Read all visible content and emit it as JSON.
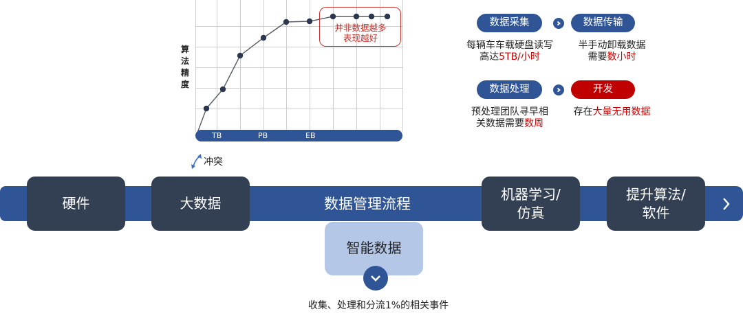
{
  "colors": {
    "primary_blue": "#2f5597",
    "dark_slate": "#333f53",
    "light_blue": "#b4c7e7",
    "accent_red": "#c00000",
    "highlight_red": "#d00000",
    "grid": "#cfcfcf",
    "line": "#555b66",
    "marker": "#2b3850"
  },
  "chart": {
    "y_label": "算法精度",
    "x_ticks": [
      "TB",
      "PB",
      "EB"
    ],
    "callout_line1": "并非数据越多",
    "callout_line2": "表现越好"
  },
  "chart_data": {
    "type": "line",
    "title": "",
    "xlabel": "",
    "ylabel": "算法精度",
    "x_tick_labels": [
      "TB",
      "PB",
      "EB"
    ],
    "grid": true,
    "series": [
      {
        "name": "算法精度",
        "x": [
          0,
          0.5,
          1.2,
          2,
          3,
          4,
          5,
          6,
          7,
          7.7,
          8.4
        ],
        "values": [
          0,
          1.05,
          2.0,
          3.6,
          4.5,
          5.25,
          5.3,
          5.5,
          5.5,
          5.5,
          5.5
        ]
      }
    ],
    "annotations": [
      "并非数据越多 表现越好"
    ],
    "ylim": [
      0,
      6
    ],
    "xlim": [
      0,
      9
    ]
  },
  "conflict": {
    "label": "冲突",
    "icon": "double-arrow-icon"
  },
  "pipeline": {
    "step1": {
      "label": "数据采集",
      "desc_line1": "每辆车车载硬盘读写",
      "desc_line2_pre": "高达",
      "desc_line2_hl": "5TB/小时"
    },
    "step2": {
      "label": "数据传输",
      "desc_line1": "半手动卸载数据",
      "desc_line2_pre": "需要",
      "desc_line2_hl": "数小时"
    },
    "step3": {
      "label": "数据处理",
      "desc_line1": "预处理团队寻早相",
      "desc_line2_pre": "关数据需要",
      "desc_line2_hl": "数周"
    },
    "step4": {
      "label": "开发",
      "desc_line1_pre": "存在",
      "desc_line1_hl": "大量无用数据"
    }
  },
  "flow": {
    "title": "数据管理流程",
    "stages": [
      {
        "label": "硬件"
      },
      {
        "label": "大数据"
      },
      {
        "label_line1": "机器学习/",
        "label_line2": "仿真"
      },
      {
        "label_line1": "提升算法/",
        "label_line2": "软件"
      }
    ],
    "smart_data": {
      "label": "智能数据",
      "caption": "收集、处理和分流1%的相关事件"
    }
  }
}
